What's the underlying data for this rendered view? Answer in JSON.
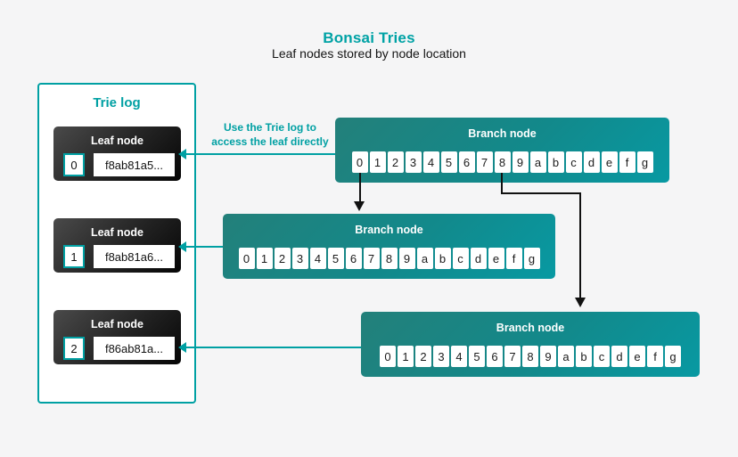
{
  "header": {
    "title": "Bonsai Tries",
    "subtitle": "Leaf nodes stored by node location"
  },
  "annotation": {
    "line1": "Use the Trie log to",
    "line2": "access the leaf directly"
  },
  "trie_log": {
    "title": "Trie log",
    "leaf_nodes": [
      {
        "label": "Leaf node",
        "index": "0",
        "hash": "f8ab81a5..."
      },
      {
        "label": "Leaf node",
        "index": "1",
        "hash": "f8ab81a6..."
      },
      {
        "label": "Leaf node",
        "index": "2",
        "hash": "f86ab81a..."
      }
    ]
  },
  "branch_nodes": [
    {
      "label": "Branch node",
      "cells": [
        "0",
        "1",
        "2",
        "3",
        "4",
        "5",
        "6",
        "7",
        "8",
        "9",
        "a",
        "b",
        "c",
        "d",
        "e",
        "f",
        "g"
      ]
    },
    {
      "label": "Branch node",
      "cells": [
        "0",
        "1",
        "2",
        "3",
        "4",
        "5",
        "6",
        "7",
        "8",
        "9",
        "a",
        "b",
        "c",
        "d",
        "e",
        "f",
        "g"
      ]
    },
    {
      "label": "Branch node",
      "cells": [
        "0",
        "1",
        "2",
        "3",
        "4",
        "5",
        "6",
        "7",
        "8",
        "9",
        "a",
        "b",
        "c",
        "d",
        "e",
        "f",
        "g"
      ]
    }
  ],
  "colors": {
    "teal_accent": "#00A0A3",
    "title_teal": "#00A2A5",
    "branch_gradient_start": "#23807A",
    "branch_gradient_end": "#0899A2",
    "leaf_gradient_start": "#4A4A4A",
    "leaf_gradient_end": "#060606",
    "arrow_black": "#111111",
    "background": "#F5F5F6",
    "panel_white": "#FFFFFF"
  }
}
